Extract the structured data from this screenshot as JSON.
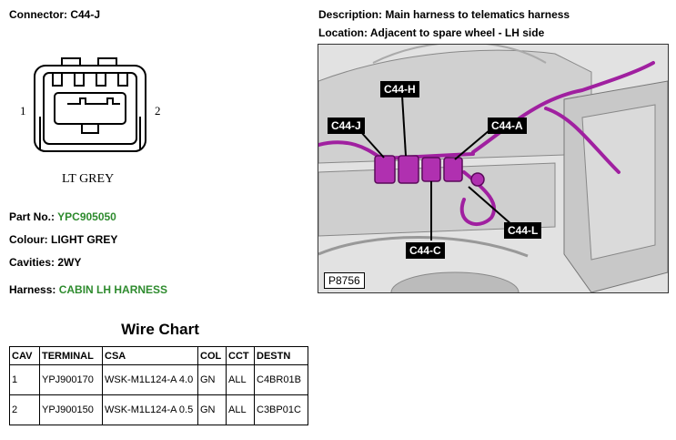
{
  "connector": {
    "label": "Connector:",
    "value": "C44-J"
  },
  "description": {
    "label": "Description:",
    "value": "Main harness to telematics harness"
  },
  "location": {
    "label": "Location:",
    "value": "Adjacent to spare wheel - LH side"
  },
  "diagram": {
    "pin_left": "1",
    "pin_right": "2",
    "color_text": "LT GREY"
  },
  "part_no": {
    "label": "Part No.:",
    "value": "YPC905050"
  },
  "colour": {
    "label": "Colour:",
    "value": "LIGHT GREY"
  },
  "cavities": {
    "label": "Cavities:",
    "value": "2WY"
  },
  "harness": {
    "label": "Harness:",
    "value": "CABIN LH HARNESS"
  },
  "photo": {
    "callouts": [
      "C44-H",
      "C44-J",
      "C44-A",
      "C44-L",
      "C44-C"
    ],
    "ref": "P8756"
  },
  "wire_chart": {
    "title": "Wire Chart",
    "headers": [
      "CAV",
      "TERMINAL",
      "CSA",
      "COL",
      "CCT",
      "DESTN"
    ],
    "rows": [
      [
        "1",
        "YPJ900170",
        "WSK-M1L124-A 4.0",
        "GN",
        "ALL",
        "C4BR01B"
      ],
      [
        "2",
        "YPJ900150",
        "WSK-M1L124-A 0.5",
        "GN",
        "ALL",
        "C3BP01C"
      ]
    ]
  },
  "colors": {
    "value_green": "#2e8b2e",
    "harness_purple": "#a020a0"
  }
}
